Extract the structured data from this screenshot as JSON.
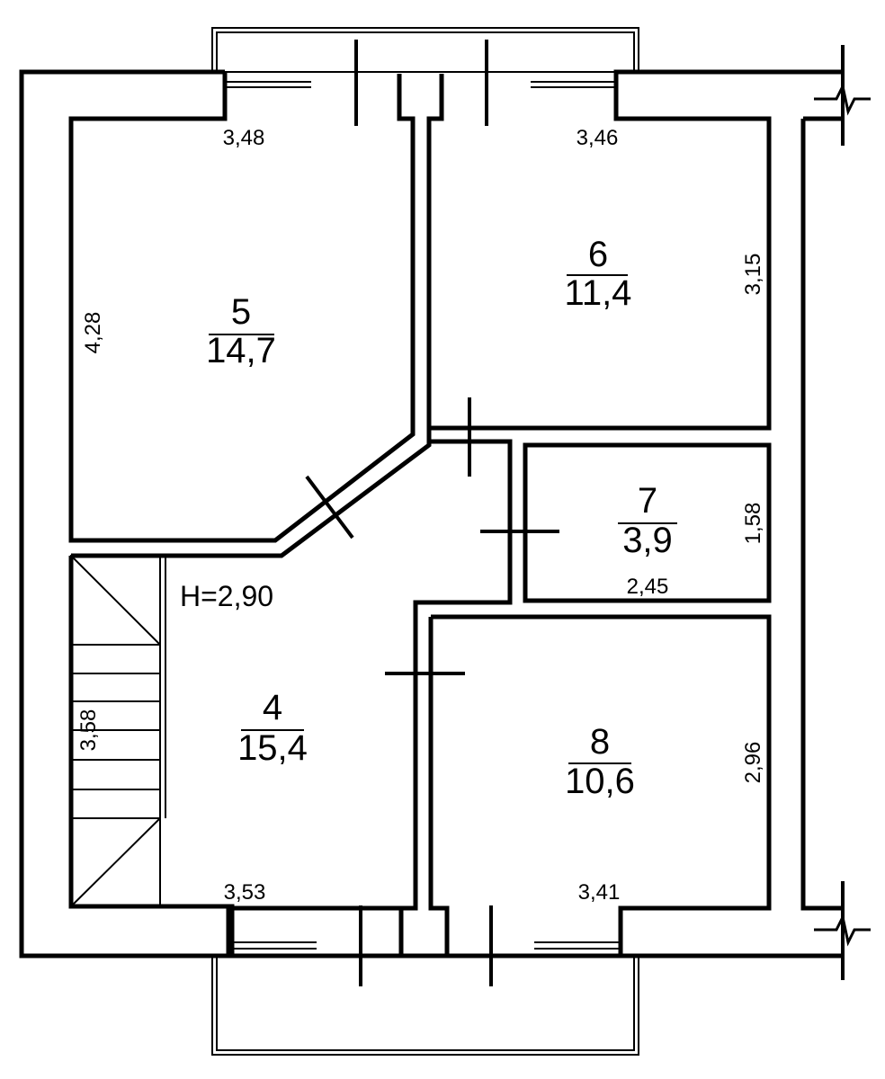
{
  "rooms": [
    {
      "number": "5",
      "area": "14,7"
    },
    {
      "number": "6",
      "area": "11,4"
    },
    {
      "number": "7",
      "area": "3,9"
    },
    {
      "number": "4",
      "area": "15,4"
    },
    {
      "number": "8",
      "area": "10,6"
    }
  ],
  "ceiling_height": "H=2,90",
  "dimensions": {
    "room5_width": "3,48",
    "room5_height": "4,28",
    "room6_width": "3,46",
    "room6_height": "3,15",
    "room7_width": "2,45",
    "room7_height": "1,58",
    "room4_width": "3,53",
    "stair_length": "3,58",
    "room8_width": "3,41",
    "room8_height": "2,96"
  },
  "colors": {
    "line": "#000000",
    "background": "#ffffff"
  }
}
